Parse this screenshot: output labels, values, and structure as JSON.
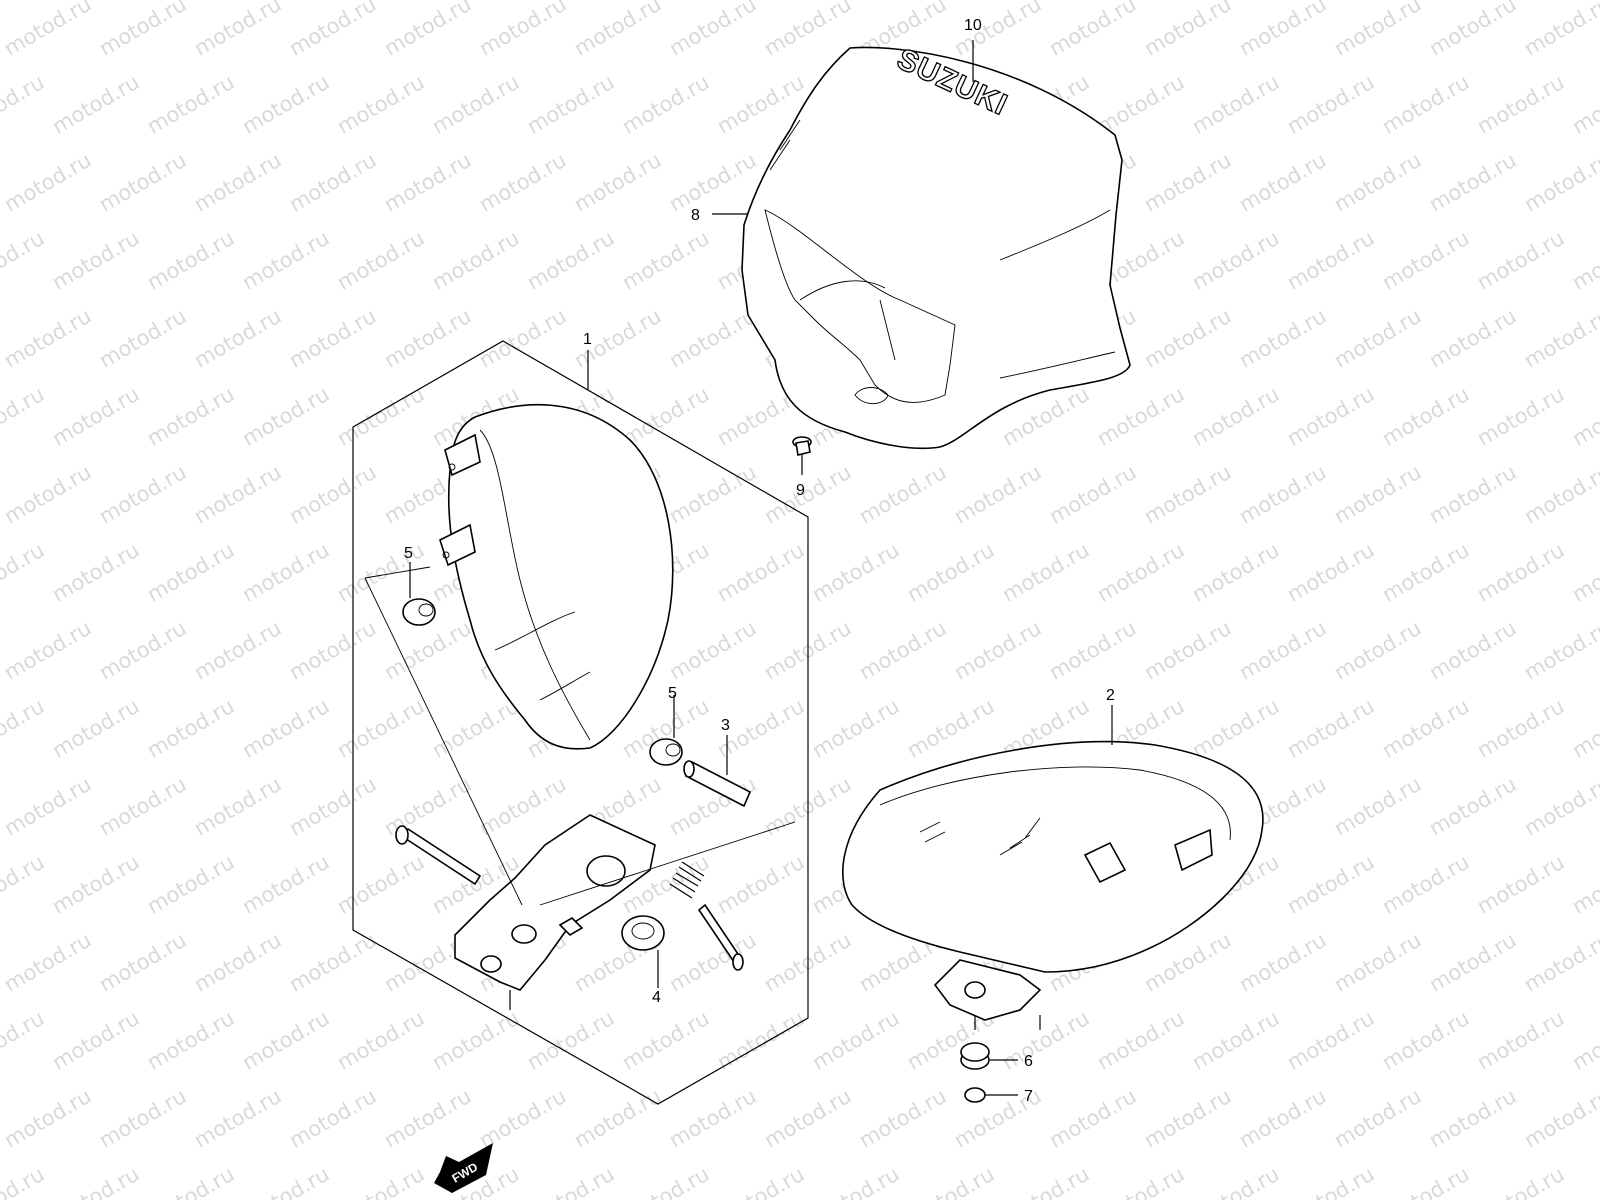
{
  "watermark": "motod.ru",
  "brand_label": "SUZUKI",
  "direction_label": "FWD",
  "callouts": {
    "c1": "1",
    "c2": "2",
    "c3": "3",
    "c4": "4",
    "c5a": "5",
    "c5b": "5",
    "c6": "6",
    "c7": "7",
    "c8": "8",
    "c9": "9",
    "c10": "10"
  }
}
